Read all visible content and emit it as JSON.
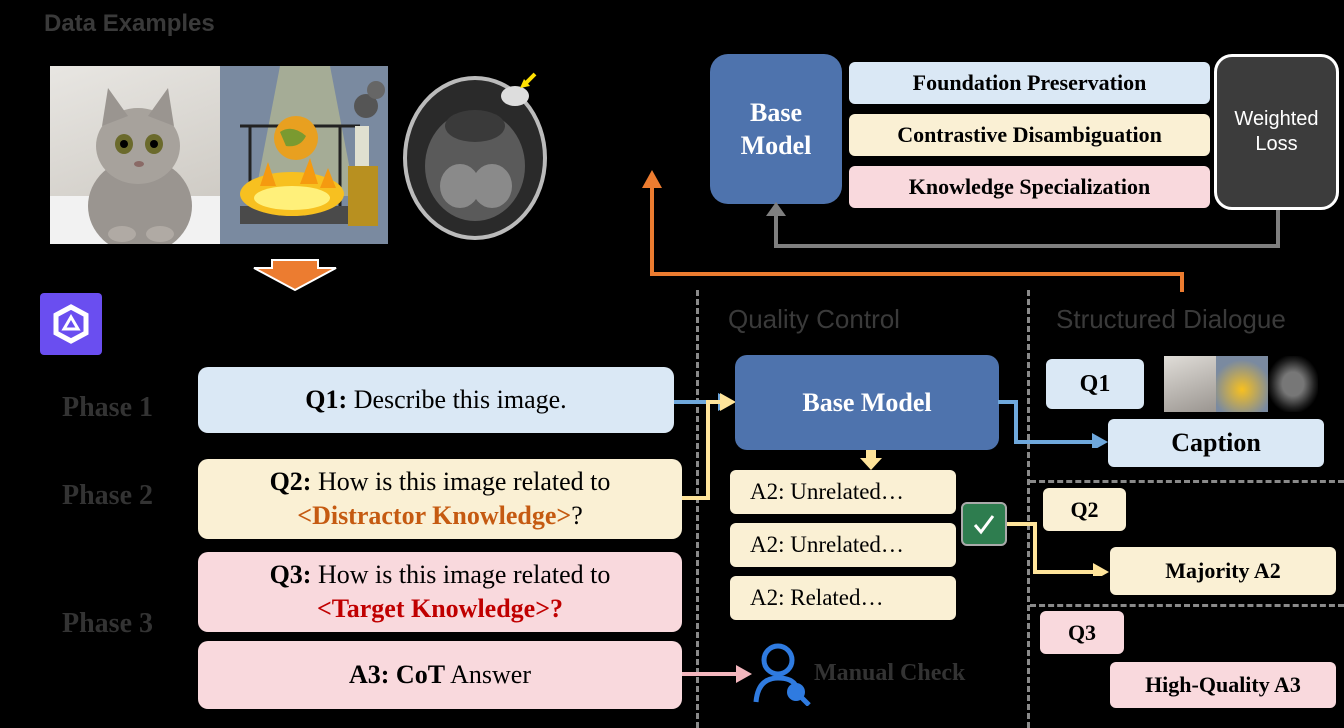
{
  "data_examples": {
    "title": "Data Examples"
  },
  "training": {
    "base_model": "Base Model",
    "losses": [
      "Foundation Preservation",
      "Contrastive Disambiguation",
      "Knowledge Specialization"
    ],
    "weighted_loss": "Weighted Loss"
  },
  "phases": [
    "Phase 1",
    "Phase 2",
    "Phase 3"
  ],
  "prompts": {
    "q1_label": "Q1:",
    "q1_text": "Describe this image.",
    "q2_label": "Q2:",
    "q2_text": "How is this image related to",
    "q2_tag": "<Distractor Knowledge>",
    "q2_end": "?",
    "q3_label": "Q3:",
    "q3_text": "How is this image related to",
    "q3_tag": "<Target Knowledge>?",
    "a3_label": "A3:",
    "a3_bold": "CoT",
    "a3_text": "Answer"
  },
  "quality_control": {
    "title": "Quality Control",
    "base_model": "Base Model",
    "answers": [
      "A2: Unrelated…",
      "A2: Unrelated…",
      "A2: Related…"
    ],
    "manual_check": "Manual Check"
  },
  "structured_dialogue": {
    "title": "Structured Dialogue",
    "q1": "Q1",
    "caption": "Caption",
    "q2": "Q2",
    "majority": "Majority A2",
    "q3": "Q3",
    "high_quality": "High-Quality A3"
  },
  "colors": {
    "blue_box": "#dae8f5",
    "yellow_box": "#faf0d4",
    "pink_box": "#f9d9dd",
    "model_blue": "#4e73ad",
    "arrow_orange": "#ec7c30",
    "check_green": "#2e7d4f"
  }
}
